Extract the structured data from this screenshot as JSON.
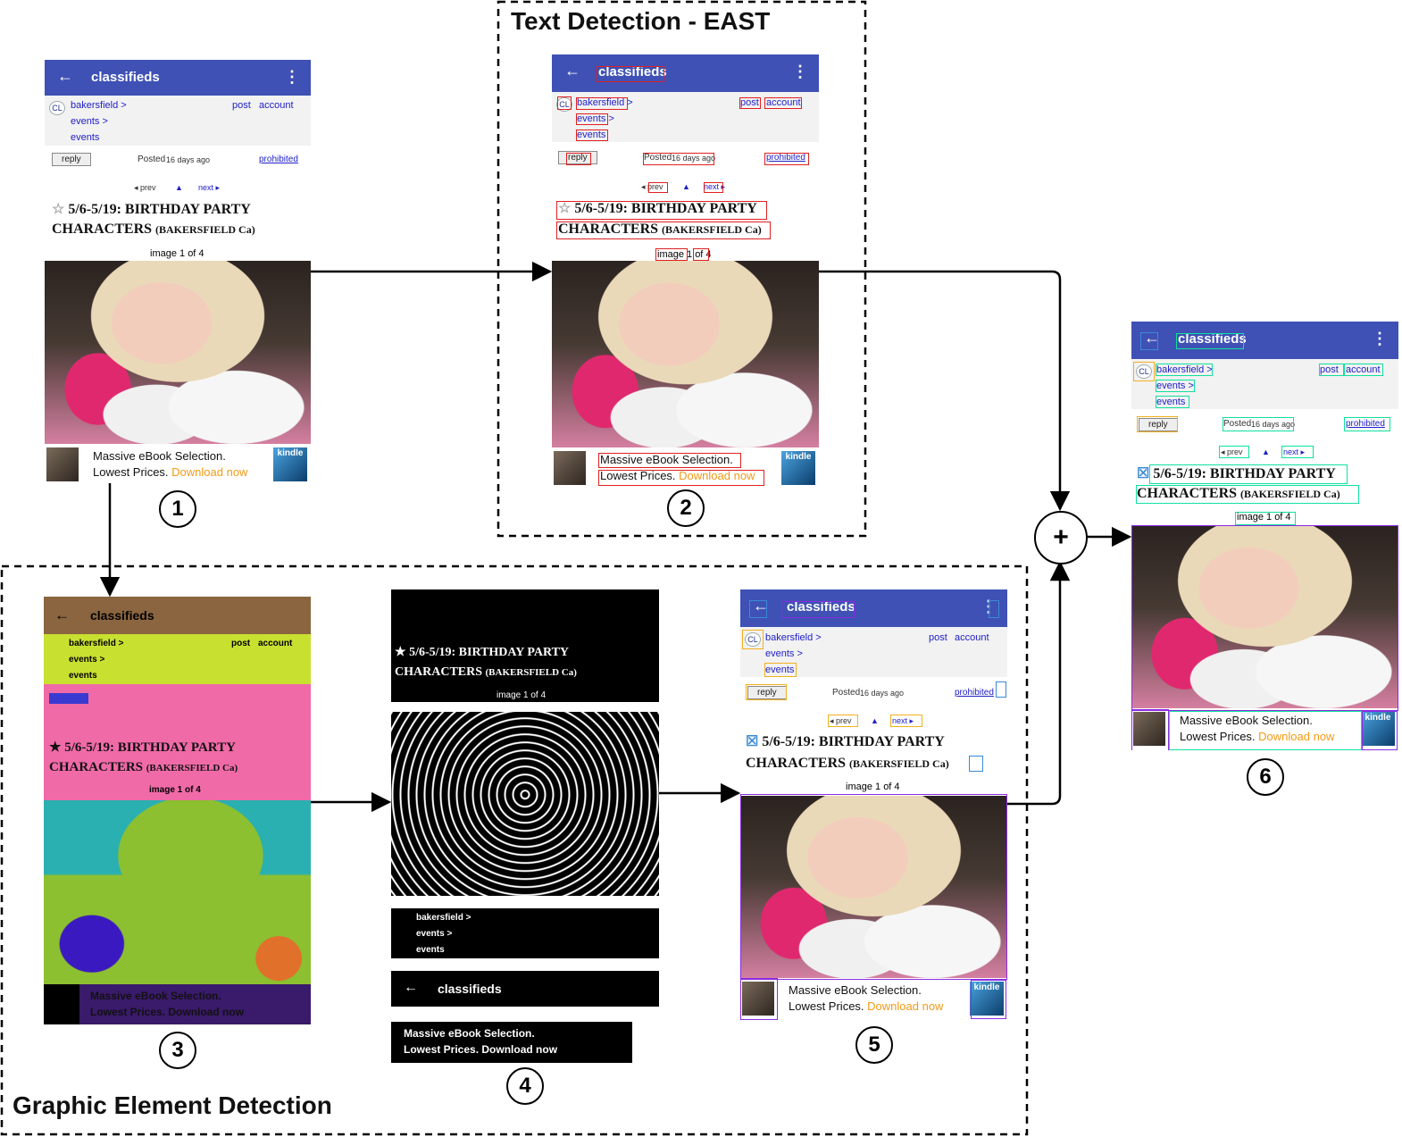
{
  "region_labels": {
    "text_detection": "Text Detection - EAST",
    "graphic_detection": "Graphic Element Detection"
  },
  "steps": [
    "1",
    "2",
    "3",
    "4",
    "5",
    "6"
  ],
  "plus_symbol": "+",
  "screen": {
    "app_title": "classifieds",
    "back_icon": "←",
    "menu_icon": "⋮",
    "cl": "CL",
    "breadcrumb_1": "bakersfield >",
    "breadcrumb_2": "events >",
    "breadcrumb_3": "events",
    "post": "post",
    "account": "account",
    "reply": "reply",
    "posted_prefix": "Posted",
    "posted_age": "16 days ago",
    "prohibited": "prohibited",
    "prev": "◂ prev",
    "up": "▲",
    "next": "next ▸",
    "title_line_1": "5/6-5/19: BIRTHDAY PARTY",
    "title_line_2": "CHARACTERS",
    "title_line_2_small": "(BAKERSFIELD Ca)",
    "image_counter": "image 1 of 4",
    "ad_line_1": "Massive eBook Selection.",
    "ad_line_2_a": "Lowest Prices.",
    "ad_line_2_b": "Download now",
    "kindle": "kindle"
  },
  "colors": {
    "app_bar": "#3f51b5",
    "text_box": "#e02020",
    "merged_text_box": "#10e0a0",
    "element_box": "#f2b01e",
    "image_box": "#8a2be2",
    "icon_box": "#3a8ad6",
    "seg_header": "#8a6540",
    "seg_lime": "#c8e030",
    "seg_pink": "#f06aa8",
    "seg_teal": "#2ab0b0",
    "seg_green": "#8cc030",
    "seg_ad": "#3a1a6a"
  }
}
